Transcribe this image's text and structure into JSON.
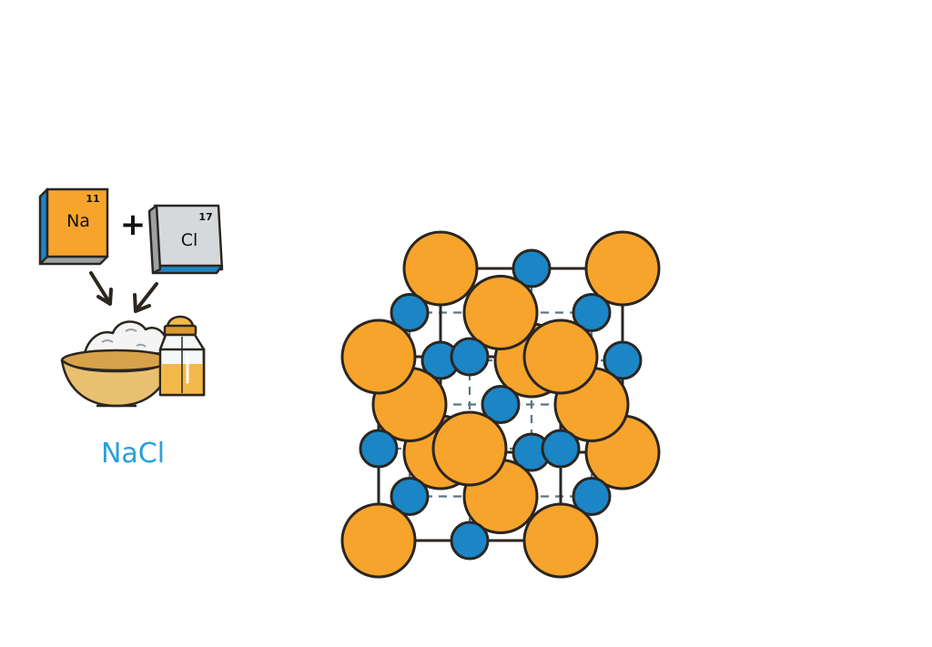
{
  "elements": {
    "sodium": {
      "symbol": "Na",
      "number": "11"
    },
    "chlorine": {
      "symbol": "Cl",
      "number": "17"
    }
  },
  "operator": "+",
  "compound": {
    "formula": "NaCl"
  },
  "colors": {
    "sodium_ion": "#F7A42C",
    "chloride_ion": "#1B85C6",
    "outline": "#2B2620",
    "lattice_dash": "#5A7684",
    "label_blue": "#2A9FD8",
    "bowl": "#E8C070",
    "salt_fill": "#F2B94A"
  },
  "icons": [
    "sodium-element-tile-icon",
    "chlorine-element-tile-icon",
    "plus-icon",
    "arrow-icon",
    "salt-bowl-icon",
    "salt-shaker-icon"
  ]
}
